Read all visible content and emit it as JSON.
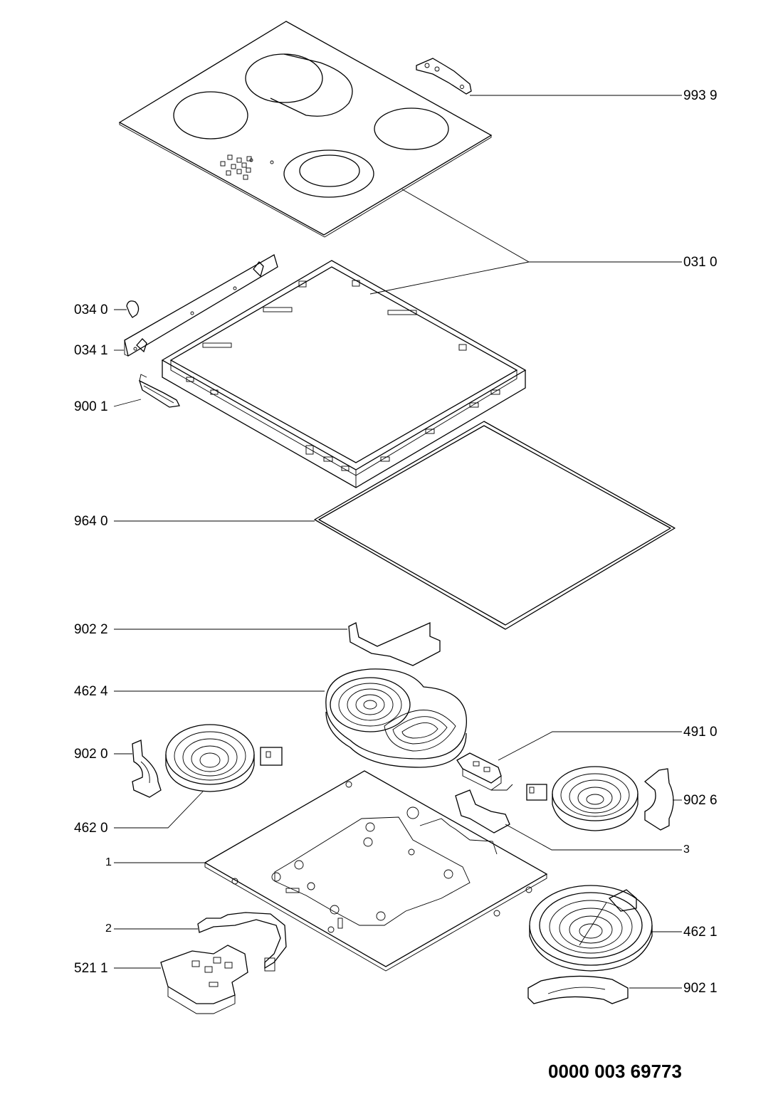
{
  "parts": {
    "p9939": "993 9",
    "p0310": "031 0",
    "p0340": "034 0",
    "p0341": "034 1",
    "p9001": "900 1",
    "p9640": "964 0",
    "p9022": "902 2",
    "p4624": "462 4",
    "p4910": "491 0",
    "p9020": "902 0",
    "p9026": "902 6",
    "p4620": "462 0",
    "p3": "3",
    "p1": "1",
    "p2": "2",
    "p4621": "462 1",
    "p5211": "521 1",
    "p9021": "902 1"
  },
  "document_number": "0000 003 69773"
}
